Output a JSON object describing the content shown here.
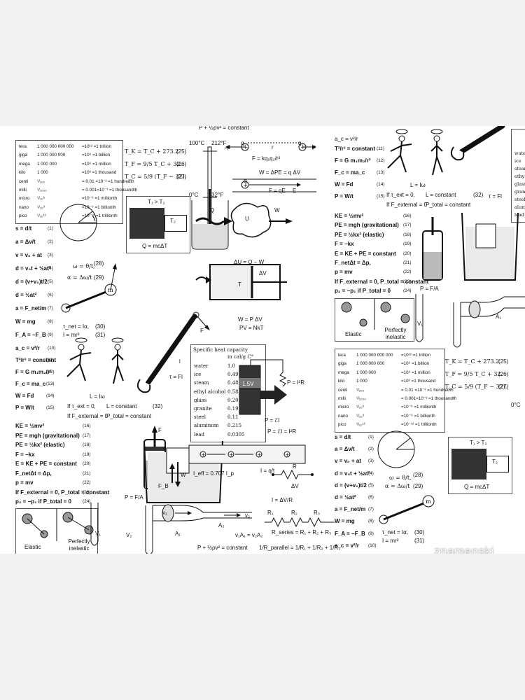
{
  "watermark": "znamenski",
  "prefixes": [
    {
      "name": "tera",
      "value": "1 000 000 000 000",
      "power": "=10¹² =1 trillion"
    },
    {
      "name": "giga",
      "value": "1 000 000 000",
      "power": "=10⁹  =1 billion"
    },
    {
      "name": "mega",
      "value": "1 000 000",
      "power": "=10⁶  =1 million"
    },
    {
      "name": "kilo",
      "value": "1 000",
      "power": "=10³  =1 thousand"
    },
    {
      "name": "centi",
      "value": "¹/₁₀₀",
      "power": "= 0.01 =10⁻² =1 hundredth"
    },
    {
      "name": "milli",
      "value": "¹/₁₀₀₀",
      "power": "= 0.001=10⁻³ =1 thousandth"
    },
    {
      "name": "micro",
      "value": "¹/₁₀⁶",
      "power": "=10⁻⁶ =1 millionth"
    },
    {
      "name": "nano",
      "value": "¹/₁₀⁹",
      "power": "=10⁻⁹ =1 billionth"
    },
    {
      "name": "pico",
      "value": "¹/₁₀¹²",
      "power": "=10⁻¹² =1 trillionth"
    }
  ],
  "temperature": {
    "kelvin": "T_K = T_C + 273.2",
    "fahrenheit": "T_F = 9/5 T_C + 32.",
    "celsius": "T_C = 5/9 (T_F − 32).",
    "n25": "(25)",
    "n26": "(26)",
    "n27": "(27)",
    "t100c": "100°C",
    "t212f": "212°F",
    "t0c": "0°C",
    "t32f": "32°F"
  },
  "heat_box": {
    "condition": "T₁ > T₂",
    "t2": "T₂",
    "formula": "Q = mcΔT"
  },
  "kinematics": [
    {
      "eq": "s = d/t",
      "n": "(1)"
    },
    {
      "eq": "a = Δv/t",
      "n": "(2)"
    },
    {
      "eq": "v = v₀ + at",
      "n": "(3)"
    },
    {
      "eq": "d = v₀t + ½at²",
      "n": "(4)"
    },
    {
      "eq": "d = (v+v₀)t/2",
      "n": "(5)"
    },
    {
      "eq": "d = ½at²",
      "n": "(6)"
    },
    {
      "eq": "a = F_net/m",
      "n": "(7)"
    },
    {
      "eq": "W = mg",
      "n": "(8)"
    },
    {
      "eq": "F_A = −F_B",
      "n": "(9)"
    },
    {
      "eq": "a_c = v²/r",
      "n": "(10)"
    }
  ],
  "rotation": {
    "omega_theta": "ω = θ/t,",
    "n28": "(28)",
    "alpha": "α = Δω/t",
    "n29": "(29)",
    "tau_net": "τ_net = Iα,",
    "n30": "(30)",
    "inertia": "I = mr²",
    "n31": "(31)",
    "L": "L = Iω",
    "cond1": "If τ_ext = 0,",
    "cond1b": "L = constant",
    "n32": "(32)",
    "cond2": "If F_external = 0",
    "cond2b": "P_total = constant"
  },
  "gravity": [
    {
      "eq": "T²/r³ = constant",
      "n": "(11)"
    },
    {
      "eq": "F = G m₁m₂/r²",
      "n": "(12)"
    },
    {
      "eq": "F_c = ma_c",
      "n": "(13)"
    },
    {
      "eq": "W = Fd",
      "n": "(14)"
    },
    {
      "eq": "P = W/t",
      "n": "(15)"
    }
  ],
  "energy": [
    {
      "eq": "KE = ½mv²",
      "n": "(16)"
    },
    {
      "eq": "PE = mgh  (gravitational)",
      "n": "(17)"
    },
    {
      "eq": "PE = ½kx²  (elastic)",
      "n": "(18)"
    },
    {
      "eq": "F = −kx",
      "n": "(19)"
    },
    {
      "eq": "E = KE + PE = constant",
      "n": "(20)"
    },
    {
      "eq": "F_netΔt = Δp,",
      "n": "(21)"
    },
    {
      "eq": "p = mv",
      "n": "(22)"
    },
    {
      "eq": "If F_external = 0, P_total = constant",
      "n": "(23)"
    },
    {
      "eq": "p₂ = −p₁  if P_total = 0",
      "n": "(24)"
    }
  ],
  "collisions": {
    "elastic": "Elastic",
    "inelastic": "Perfectly inelastic"
  },
  "electro": {
    "coulomb": "F = kq₁q₂/r²",
    "work": "W = ΔPE = q ΔV",
    "field": "F = qE",
    "E": "E",
    "F": "F",
    "negF": "−F",
    "q1": "q₁",
    "q2": "q₂",
    "q": "q",
    "r": "r"
  },
  "thermo": {
    "first_law": "ΔU = Q − W",
    "pv": "W = P ΔV",
    "ideal": "PV = NkT",
    "Q": "Q",
    "U": "U",
    "W": "W",
    "T": "T",
    "dV": "ΔV"
  },
  "heat_capacity": {
    "title": "Specific heat capacity",
    "unit": "in cal/g C°",
    "rows": [
      {
        "m": "water",
        "c": "1.0"
      },
      {
        "m": "ice",
        "c": "0.49"
      },
      {
        "m": "steam",
        "c": "0.48"
      },
      {
        "m": "ethyl alcohol",
        "c": "0.58"
      },
      {
        "m": "glass",
        "c": "0.20"
      },
      {
        "m": "granite",
        "c": "0.19"
      },
      {
        "m": "steel",
        "c": "0.11"
      },
      {
        "m": "aluminum",
        "c": "0.215"
      },
      {
        "m": "lead",
        "c": "0.0305"
      }
    ]
  },
  "circuit": {
    "battery": "1.5V",
    "power1": "P = I²R",
    "power2": "P = ℰI",
    "power3": "P = ℰI = I²R",
    "ieff": "I_eff = 0.707 I_p",
    "current": "I = q/t",
    "ohm": "I = ΔV/R",
    "R": "R",
    "dV": "ΔV",
    "R1": "R₁",
    "R2": "R₂",
    "R3": "R₃",
    "series": "R_series = R₁ + R₂ + R₃",
    "parallel": "1/R_parallel = 1/R₁ + 1/R₂ + 1/R₃"
  },
  "fluids": {
    "pressure": "P = F/A",
    "bernoulli": "P + ½ρv² = constant",
    "continuity": "v₁A₁ = v₂A₂",
    "A": "A",
    "F": "F",
    "FB": "F_B",
    "W": "W",
    "v1": "v₁",
    "v2": "v₂",
    "A1": "A₁",
    "A2": "A₂",
    "V1": "V₁",
    "V2": "V₂"
  },
  "wrench": {
    "torque": "τ = Fl",
    "F": "F",
    "l": "l"
  }
}
